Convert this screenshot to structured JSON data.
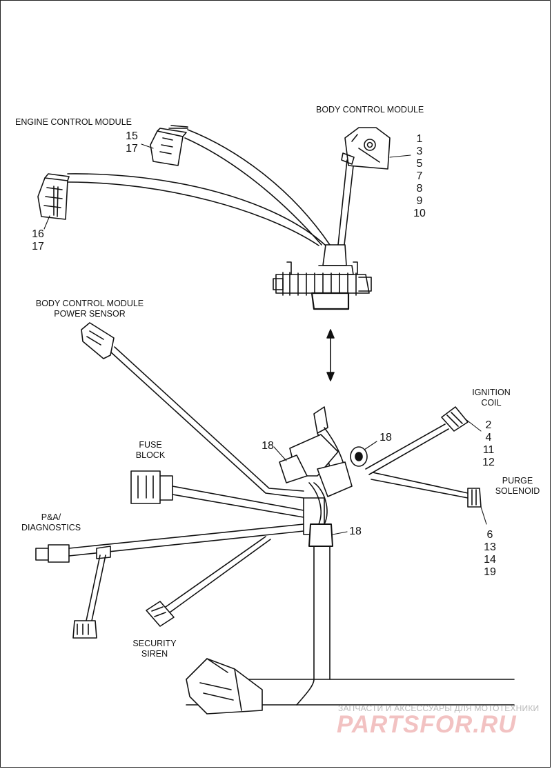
{
  "labels": {
    "ecm": "ENGINE CONTROL MODULE",
    "bcm": "BODY CONTROL MODULE",
    "bcm_power_1": "BODY CONTROL MODULE",
    "bcm_power_2": "POWER SENSOR",
    "ignition_1": "IGNITION",
    "ignition_2": "COIL",
    "fuse_1": "FUSE",
    "fuse_2": "BLOCK",
    "purge_1": "PURGE",
    "purge_2": "SOLENOID",
    "pa_1": "P&A/",
    "pa_2": "DIAGNOSTICS",
    "siren_1": "SECURITY",
    "siren_2": "SIREN"
  },
  "callouts": {
    "ecm_top": [
      "15",
      "17"
    ],
    "ecm_bottom": [
      "16",
      "17"
    ],
    "bcm": [
      "1",
      "3",
      "5",
      "7",
      "8",
      "9",
      "10"
    ],
    "ignition": [
      "2",
      "4",
      "11",
      "12"
    ],
    "purge": [
      "6",
      "13",
      "14",
      "19"
    ],
    "clip_left": "18",
    "clip_right": "18",
    "clip_lower": "18"
  },
  "watermark": {
    "line1": "ЗАПЧАСТИ И АКСЕССУАРЫ ДЛЯ МОТОТЕХНИКИ",
    "line2": "PARTSFOR.RU"
  }
}
